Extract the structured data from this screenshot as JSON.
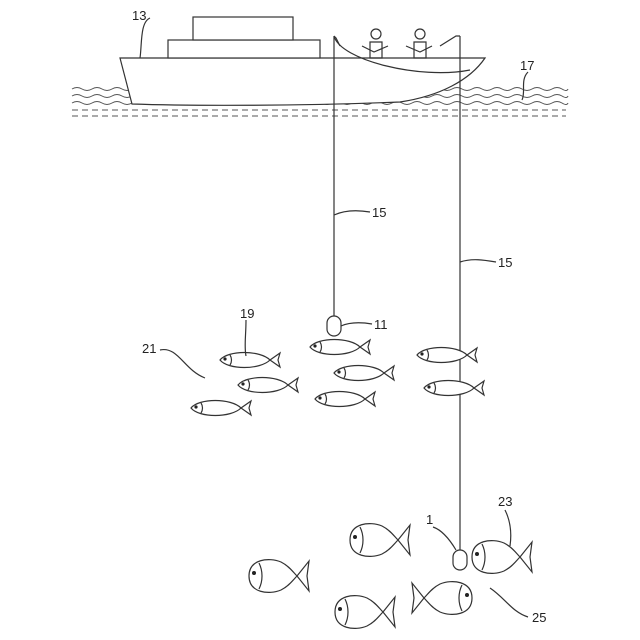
{
  "labels": {
    "boat": "13",
    "water": "17",
    "line_left": "15",
    "line_right": "15",
    "sinker_upper": "11",
    "small_fish": "19",
    "school_small": "21",
    "sinker_lower": "1",
    "big_fish": "23",
    "school_big": "25"
  }
}
